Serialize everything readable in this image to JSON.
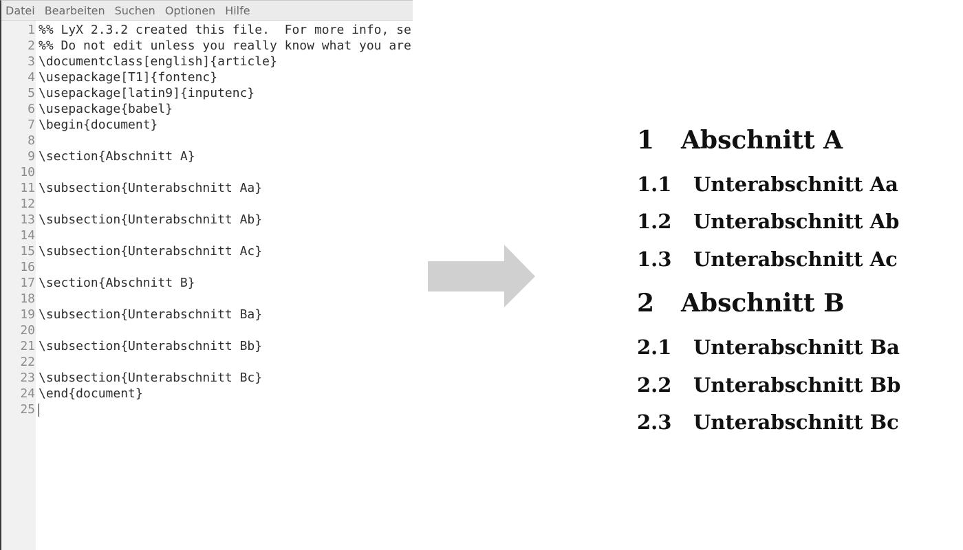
{
  "editor": {
    "menu": [
      "Datei",
      "Bearbeiten",
      "Suchen",
      "Optionen",
      "Hilfe"
    ],
    "lines": [
      {
        "no": "1",
        "text": "%% LyX 2.3.2 created this file.  For more info, se"
      },
      {
        "no": "2",
        "text": "%% Do not edit unless you really know what you are"
      },
      {
        "no": "3",
        "text": "\\documentclass[english]{article}"
      },
      {
        "no": "4",
        "text": "\\usepackage[T1]{fontenc}"
      },
      {
        "no": "5",
        "text": "\\usepackage[latin9]{inputenc}"
      },
      {
        "no": "6",
        "text": "\\usepackage{babel}"
      },
      {
        "no": "7",
        "text": "\\begin{document}"
      },
      {
        "no": "8",
        "text": ""
      },
      {
        "no": "9",
        "text": "\\section{Abschnitt A}"
      },
      {
        "no": "10",
        "text": ""
      },
      {
        "no": "11",
        "text": "\\subsection{Unterabschnitt Aa}"
      },
      {
        "no": "12",
        "text": ""
      },
      {
        "no": "13",
        "text": "\\subsection{Unterabschnitt Ab}"
      },
      {
        "no": "14",
        "text": ""
      },
      {
        "no": "15",
        "text": "\\subsection{Unterabschnitt Ac}"
      },
      {
        "no": "16",
        "text": ""
      },
      {
        "no": "17",
        "text": "\\section{Abschnitt B}"
      },
      {
        "no": "18",
        "text": ""
      },
      {
        "no": "19",
        "text": "\\subsection{Unterabschnitt Ba}"
      },
      {
        "no": "20",
        "text": ""
      },
      {
        "no": "21",
        "text": "\\subsection{Unterabschnitt Bb}"
      },
      {
        "no": "22",
        "text": ""
      },
      {
        "no": "23",
        "text": "\\subsection{Unterabschnitt Bc}"
      },
      {
        "no": "24",
        "text": "\\end{document}"
      },
      {
        "no": "25",
        "text": ""
      }
    ]
  },
  "preview": {
    "headings": [
      {
        "level": "section",
        "num": "1",
        "title": "Abschnitt A"
      },
      {
        "level": "subsection",
        "num": "1.1",
        "title": "Unterabschnitt Aa"
      },
      {
        "level": "subsection",
        "num": "1.2",
        "title": "Unterabschnitt Ab"
      },
      {
        "level": "subsection",
        "num": "1.3",
        "title": "Unterabschnitt Ac"
      },
      {
        "level": "section",
        "num": "2",
        "title": "Abschnitt B"
      },
      {
        "level": "subsection",
        "num": "2.1",
        "title": "Unterabschnitt Ba"
      },
      {
        "level": "subsection",
        "num": "2.2",
        "title": "Unterabschnitt Bb"
      },
      {
        "level": "subsection",
        "num": "2.3",
        "title": "Unterabschnitt Bc"
      }
    ]
  },
  "colors": {
    "arrow": "#d0d0d0",
    "menubar": "#ebebeb",
    "gutter": "#f1f1f1"
  }
}
